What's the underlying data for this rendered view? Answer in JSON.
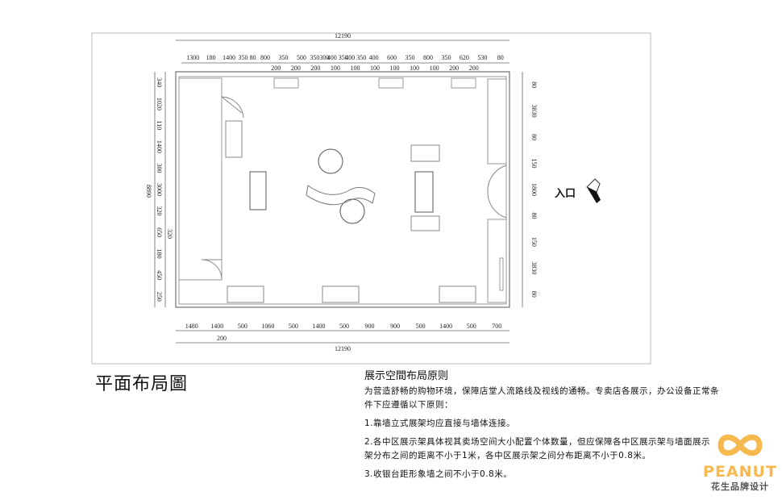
{
  "plan": {
    "title": "平面布局圖",
    "entrance_label": "入口",
    "dims": {
      "top_total": "12190",
      "top_row": [
        "1300",
        "180",
        "1400",
        "350 80",
        "800",
        "350",
        "500",
        "350300",
        "400 350",
        "400 350",
        "400",
        "600",
        "350",
        "800",
        "350",
        "620",
        "530",
        "80"
      ],
      "top_sub": [
        "200",
        "200",
        "200",
        "100",
        "100",
        "100",
        "100",
        "100",
        "100",
        "200",
        "200"
      ],
      "bottom_row": [
        "1480",
        "1400",
        "500",
        "1060",
        "500",
        "1400",
        "500",
        "900",
        "900",
        "500",
        "1400",
        "500",
        "700"
      ],
      "bottom_sub": "200",
      "bottom_total": "12190",
      "left_col": [
        "340",
        "1020",
        "110",
        "1400",
        "300",
        "3000",
        "320",
        "650",
        "180",
        "450",
        "250"
      ],
      "left_total": "8890",
      "left_sub": "320",
      "right_col": [
        "80",
        "3830",
        "80",
        "150",
        "1800",
        "80",
        "150",
        "3830",
        "80"
      ]
    }
  },
  "rules": {
    "heading": "展示空間布局原则",
    "intro": "为营造舒畅的购物环境，保障店堂人流路线及视线的通畅。专卖店各展示，办公设备正常条件下应遵循以下原则：",
    "items": [
      "1.靠墙立式展架均应直接与墙体连接。",
      "2.各中区展示架具体视其卖场空间大小配置个体数量，但应保障各中区展示架与墙面展示架分布之间的距离不小于1米，各中区展示架之间分布距离不小于0.8米。",
      "3.收银台距形象墙之间不小于0.8米。"
    ]
  },
  "logo": {
    "brand": "PEANUT",
    "cn": "花生品牌设计",
    "color": "#f6b84f"
  }
}
